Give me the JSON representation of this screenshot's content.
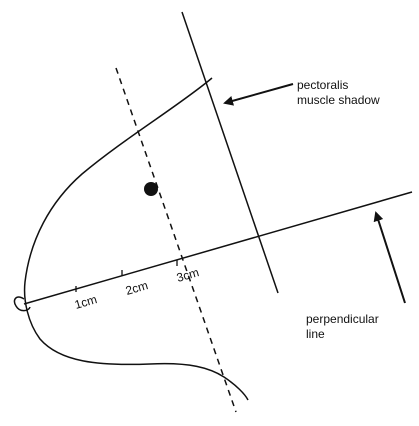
{
  "diagram": {
    "annotations": {
      "pectoralis": {
        "line1": "pectoralis",
        "line2": "muscle shadow"
      },
      "perpendicular": {
        "line1": "perpendicular",
        "line2": "line"
      }
    },
    "scale_ticks": [
      {
        "label": "1cm"
      },
      {
        "label": "2cm"
      },
      {
        "label": "3cm"
      }
    ]
  }
}
